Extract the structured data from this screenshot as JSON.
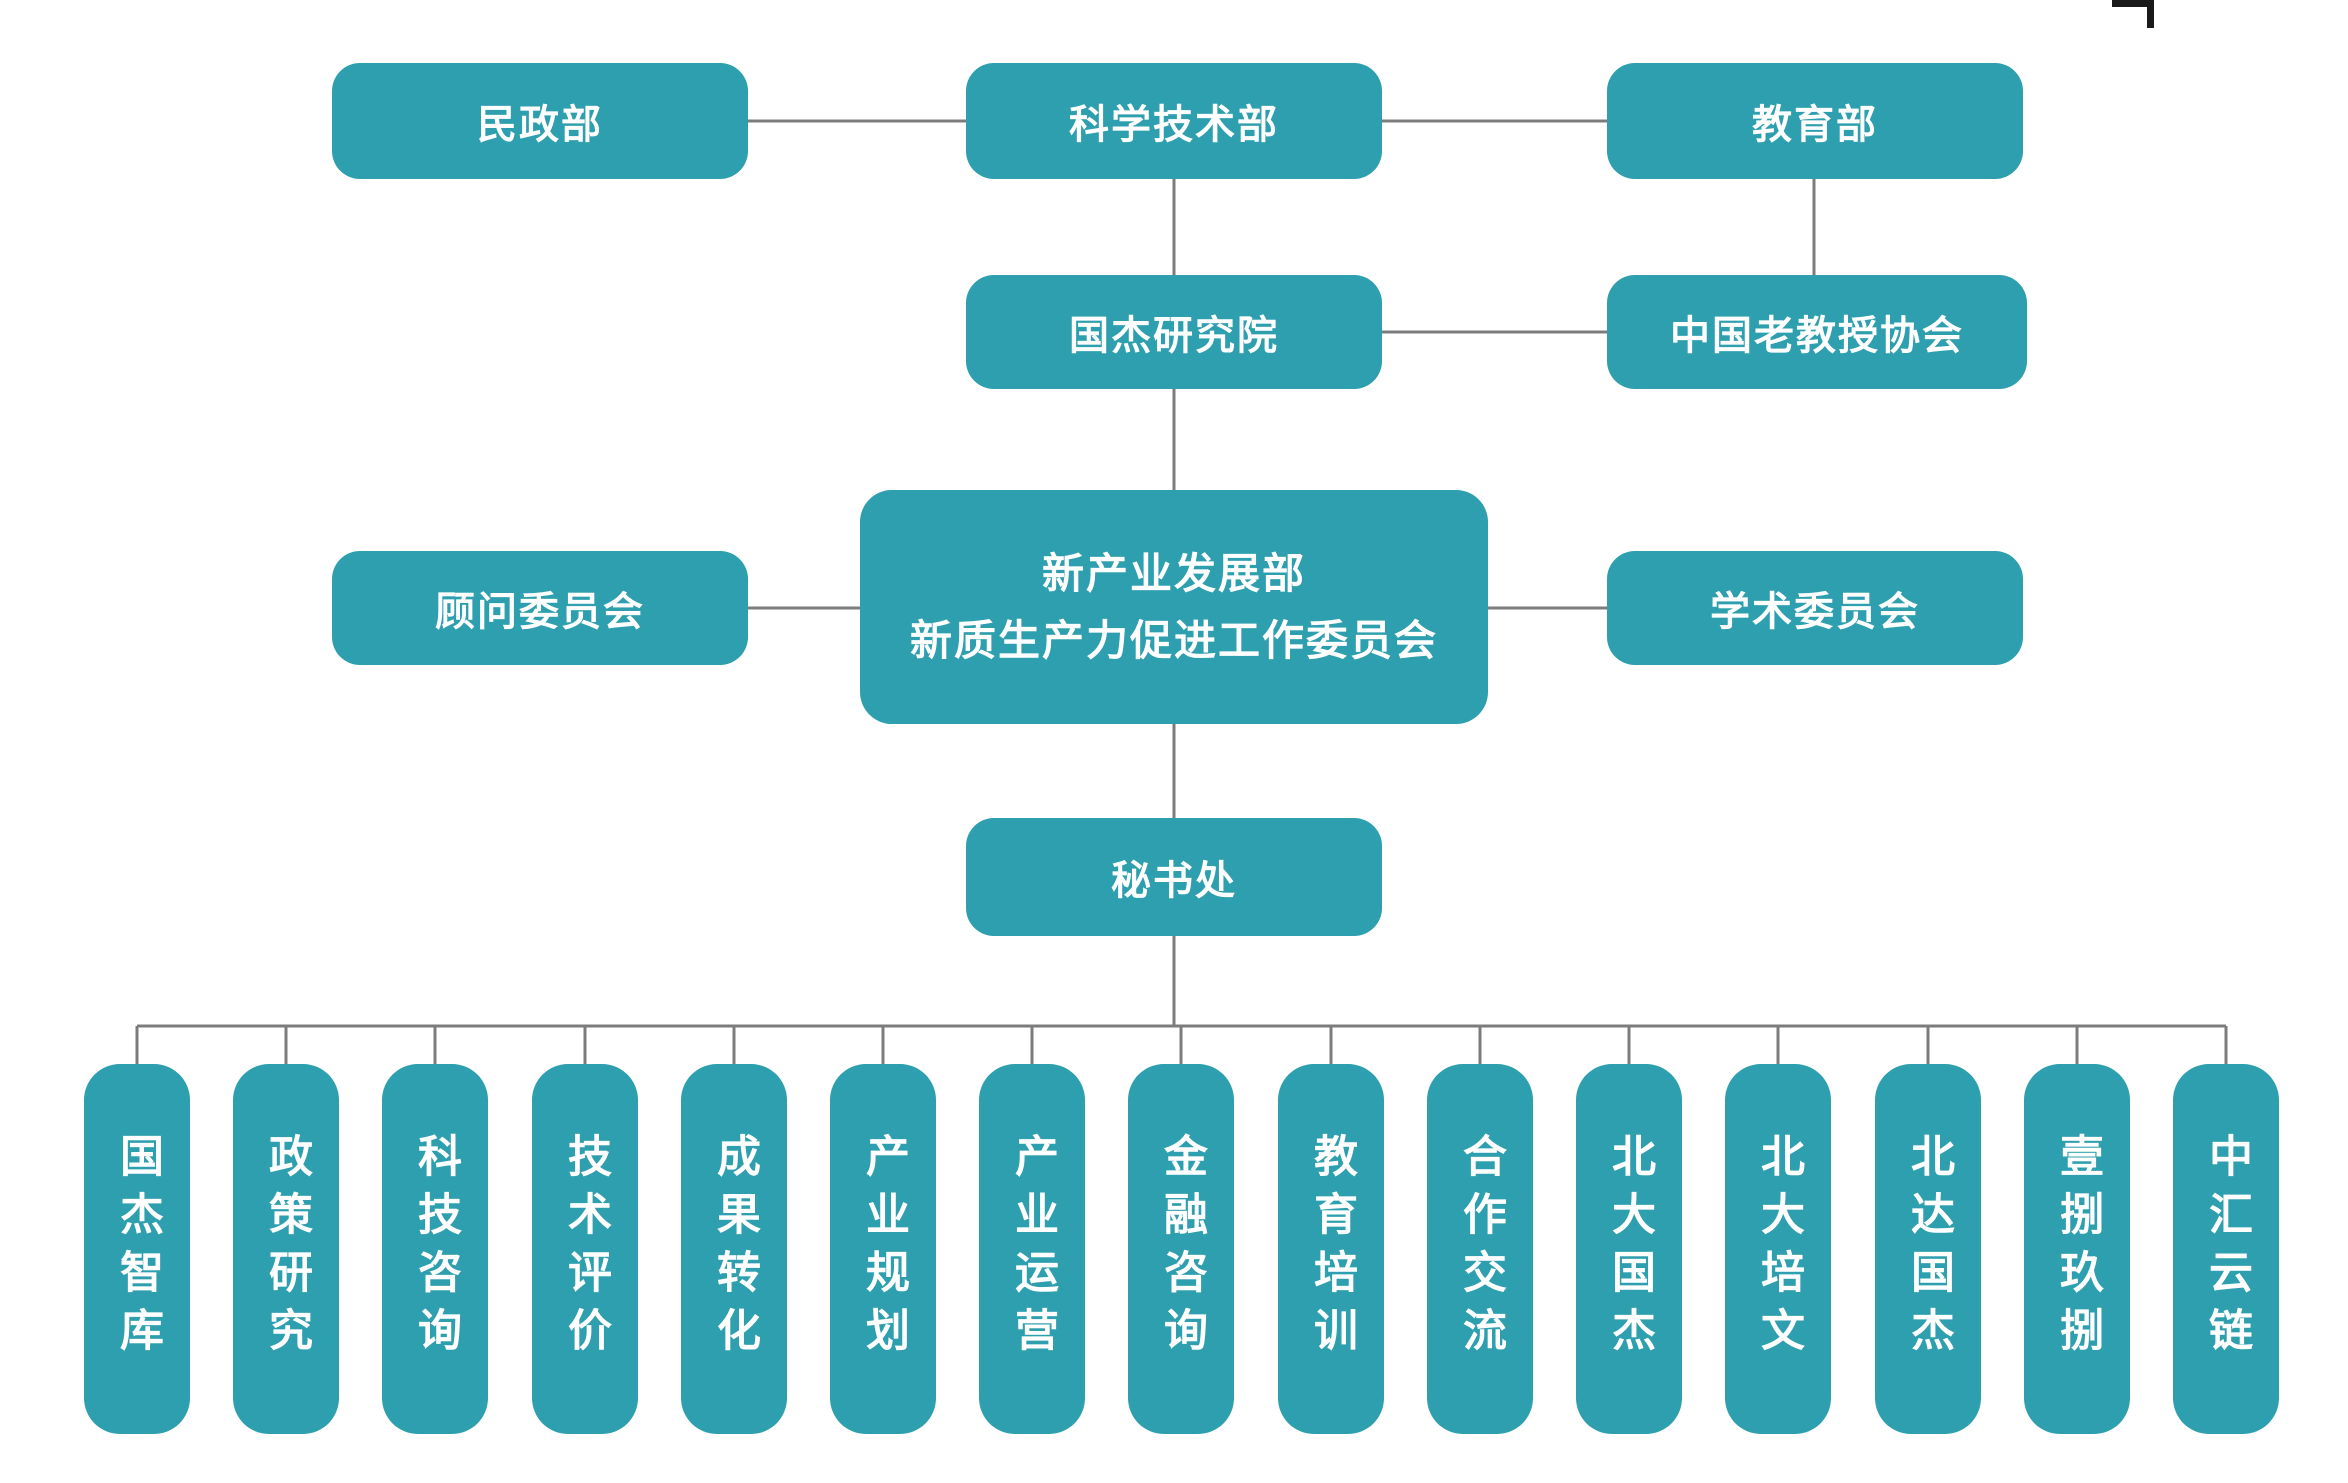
{
  "colors": {
    "box": "#2d9fae",
    "line": "#7c7c7c",
    "text": "#ffffff",
    "bg": "#ffffff"
  },
  "nodes": {
    "ministry_civil_affairs": {
      "label": "民政部"
    },
    "ministry_science_tech": {
      "label": "科学技术部"
    },
    "ministry_education": {
      "label": "教育部"
    },
    "guojie_institute": {
      "label": "国杰研究院"
    },
    "old_professors_assoc": {
      "label": "中国老教授协会"
    },
    "advisory_committee": {
      "label": "顾问委员会"
    },
    "center": {
      "line1": "新产业发展部",
      "line2": "新质生产力促进工作委员会"
    },
    "academic_committee": {
      "label": "学术委员会"
    },
    "secretariat": {
      "label": "秘书处"
    }
  },
  "departments": [
    {
      "label": "国杰智库"
    },
    {
      "label": "政策研究"
    },
    {
      "label": "科技咨询"
    },
    {
      "label": "技术评价"
    },
    {
      "label": "成果转化"
    },
    {
      "label": "产业规划"
    },
    {
      "label": "产业运营"
    },
    {
      "label": "金融咨询"
    },
    {
      "label": "教育培训"
    },
    {
      "label": "合作交流"
    },
    {
      "label": "北大国杰"
    },
    {
      "label": "北大培文"
    },
    {
      "label": "北达国杰"
    },
    {
      "label": "壹捌玖捌"
    },
    {
      "label": "中汇云链"
    }
  ]
}
